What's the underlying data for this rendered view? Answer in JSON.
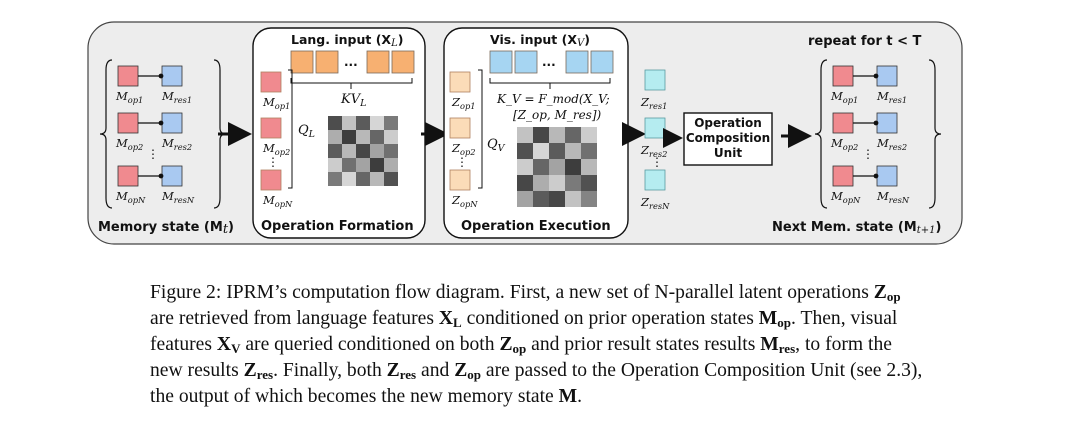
{
  "diagram": {
    "repeat_label": "repeat for t < T",
    "memory_state": {
      "title": "Memory state (M",
      "title_sub": "t",
      "title_close": ")",
      "rows": [
        {
          "op": "M",
          "op_sub": "op1",
          "res": "M",
          "res_sub": "res1"
        },
        {
          "op": "M",
          "op_sub": "op2",
          "res": "M",
          "res_sub": "res2"
        },
        {
          "op": "M",
          "op_sub": "opN",
          "res": "M",
          "res_sub": "resN"
        }
      ]
    },
    "operation_formation": {
      "title": "Operation Formation",
      "lang_input": "Lang. input (X",
      "lang_input_sub": "L",
      "lang_input_close": ")",
      "ellipsis": "...",
      "q_label": "Q",
      "q_sub": "L",
      "kv_label": "KV",
      "kv_sub": "L",
      "ops": [
        {
          "label": "M",
          "sub": "op1"
        },
        {
          "label": "M",
          "sub": "op2"
        },
        {
          "label": "M",
          "sub": "opN"
        }
      ],
      "matrix": [
        [
          0.82,
          0.25,
          0.75,
          0.15,
          0.6
        ],
        [
          0.35,
          0.9,
          0.3,
          0.7,
          0.2
        ],
        [
          0.75,
          0.3,
          0.85,
          0.4,
          0.65
        ],
        [
          0.2,
          0.65,
          0.4,
          0.9,
          0.35
        ],
        [
          0.6,
          0.15,
          0.7,
          0.3,
          0.8
        ]
      ]
    },
    "operation_execution": {
      "title": "Operation Execution",
      "vis_input": "Vis. input (X",
      "vis_input_sub": "V",
      "vis_input_close": ")",
      "ellipsis": "...",
      "q_label": "Q",
      "q_sub": "V",
      "kv_line1": "K_V = F_mod(X_V;",
      "kv_line2": "[Z_op, M_res])",
      "ops": [
        {
          "label": "Z",
          "sub": "op1"
        },
        {
          "label": "Z",
          "sub": "op2"
        },
        {
          "label": "Z",
          "sub": "opN"
        }
      ],
      "matrix": [
        [
          0.25,
          0.85,
          0.3,
          0.7,
          0.2
        ],
        [
          0.8,
          0.15,
          0.75,
          0.3,
          0.65
        ],
        [
          0.2,
          0.7,
          0.4,
          0.9,
          0.3
        ],
        [
          0.85,
          0.35,
          0.2,
          0.6,
          0.8
        ],
        [
          0.4,
          0.75,
          0.85,
          0.25,
          0.55
        ]
      ]
    },
    "results": [
      {
        "label": "Z",
        "sub": "res1"
      },
      {
        "label": "Z",
        "sub": "res2"
      },
      {
        "label": "Z",
        "sub": "resN"
      }
    ],
    "composition_unit": {
      "line1": "Operation",
      "line2": "Composition",
      "line3": "Unit"
    },
    "next_state": {
      "title": "Next Mem. state (M",
      "title_sub": "t+1",
      "title_close": ")",
      "rows": [
        {
          "op": "M",
          "op_sub": "op1",
          "res": "M",
          "res_sub": "res1"
        },
        {
          "op": "M",
          "op_sub": "op2",
          "res": "M",
          "res_sub": "res2"
        },
        {
          "op": "M",
          "op_sub": "opN",
          "res": "M",
          "res_sub": "resN"
        }
      ]
    },
    "colors": {
      "panel_bg": "#ededed",
      "op_red": "#f08a8f",
      "res_blue": "#a9c9f1",
      "lang_orange": "#f7b071",
      "vis_blue": "#a6d5f2",
      "z_op": "#fbdcb8",
      "z_res": "#b5ecf0"
    }
  },
  "caption": {
    "l1a": "Figure 2: IPRM’s computation flow diagram. First, a new set of N-parallel latent operations ",
    "l1_z": "Z",
    "l1_zsub": "op",
    "l2a": "are retrieved from language features ",
    "l2_x": "X",
    "l2_xsub": "L",
    "l2b": " conditioned on prior operation states ",
    "l2_m": "M",
    "l2_msub": "op",
    "l2c": ". Then, visual",
    "l3a": "features ",
    "l3_x": "X",
    "l3_xsub": "V",
    "l3b": " are queried conditioned on both ",
    "l3_z": "Z",
    "l3_zsub": "op",
    "l3c": " and prior result states results ",
    "l3_m": "M",
    "l3_msub": "res",
    "l3d": ", to form the",
    "l4a": "new results ",
    "l4_z": "Z",
    "l4_zsub": "res",
    "l4b": ". Finally, both ",
    "l4_z2": "Z",
    "l4_z2sub": "res",
    "l4c": " and ",
    "l4_z3": "Z",
    "l4_z3sub": "op",
    "l4d": " are passed to the Operation Composition Unit (see 2.3),",
    "l5a": "the output of which becomes the new memory state ",
    "l5_m": "M",
    "l5b": "."
  }
}
